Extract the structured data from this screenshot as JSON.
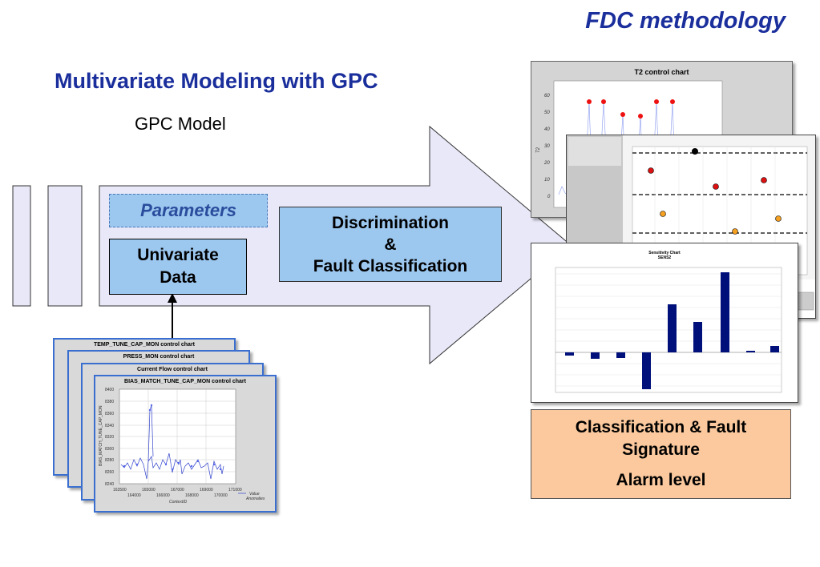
{
  "header": {
    "title": "FDC methodology"
  },
  "slide": {
    "title": "Multivariate Modeling with GPC",
    "model_label": "GPC Model"
  },
  "boxes": {
    "parameters": "Parameters",
    "univariate_line1": "Univariate",
    "univariate_line2": "Data",
    "discrimination_line1": "Discrimination",
    "discrimination_line2": "&",
    "discrimination_line3": "Fault Classification",
    "classification_line1": "Classification & Fault",
    "classification_line2": "Signature",
    "alarm": "Alarm level"
  },
  "control_charts": {
    "titles": [
      "TEMP_TUNE_CAP_MON control chart",
      "PRESS_MON control chart",
      "Current Flow control chart",
      "BIAS_MATCH_TUNE_CAP_MON control chart"
    ],
    "y_axis_label": "BIAS_MATCH_TUNE_CAP_MON",
    "x_axis_label": "ContextID",
    "legend_line1": "Value",
    "legend_line2": "Anomalies",
    "y_ticks": [
      "8400",
      "8380",
      "8360",
      "8340",
      "8320",
      "8300",
      "8280",
      "8260",
      "8240"
    ],
    "x_ticks_top": [
      "163500",
      "165000",
      "167000",
      "169000",
      "171000"
    ],
    "x_ticks_bottom": [
      "164000",
      "166000",
      "168000",
      "170000"
    ]
  },
  "t2_chart": {
    "title": "T2 control chart",
    "y_label": "T2",
    "y_ticks": [
      "60",
      "50",
      "40",
      "30",
      "20",
      "10",
      "0"
    ]
  },
  "sensitivity_chart": {
    "title_line1": "Sensitivity Chart",
    "title_line2": "SENS2"
  },
  "colors": {
    "title_blue": "#1a2e9c",
    "box_blue": "#9cc7ef",
    "orange_box": "#fbc99d",
    "arrow_fill": "#e8e8f8",
    "bar_navy": "#00107a"
  }
}
